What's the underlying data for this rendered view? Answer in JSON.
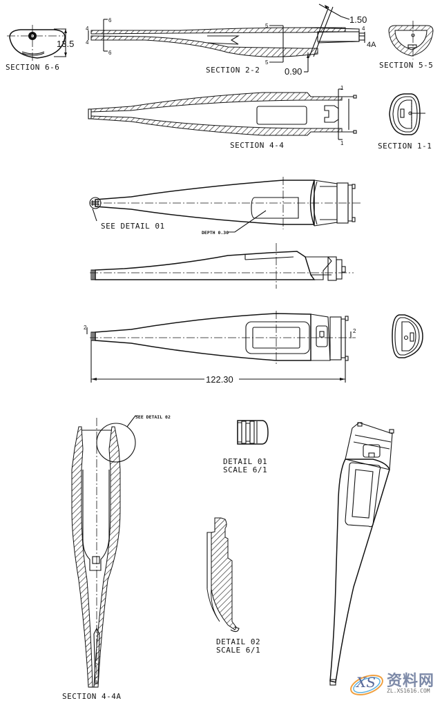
{
  "drawing": {
    "subject": "Digital thermometer housing",
    "views": {
      "section_6_6": {
        "label": "SECTION  6-6",
        "dimension": "13.5"
      },
      "section_2_2": {
        "label": "SECTION 2-2",
        "dimension_top": "1.50",
        "dimension_bottom": "0.90",
        "cut_marks": [
          "4",
          "4",
          "6",
          "6",
          "5",
          "5",
          "4",
          "4A"
        ]
      },
      "section_5_5": {
        "label": "SECTION  5-5"
      },
      "section_4_4": {
        "label": "SECTION  4-4",
        "cut_marks": [
          "1",
          "1"
        ]
      },
      "section_1_1": {
        "label": "SECTION  1-1"
      },
      "top_view": {
        "callout": "SEE DETAIL  01",
        "note": "DEPTH 0.30"
      },
      "side_view": {},
      "front_view": {
        "dimension": "122.30",
        "cut_marks": [
          "2",
          "2"
        ]
      },
      "section_4_4a": {
        "label": "SECTION  4-4A",
        "callout": "SEE DETAIL  02"
      },
      "detail_01": {
        "label": "DETAIL  01",
        "scale": "SCALE  6/1"
      },
      "detail_02": {
        "label": "DETAIL  02",
        "scale": "SCALE  6/1"
      },
      "isometric_view": {}
    }
  },
  "watermark": {
    "logo_text": "XS",
    "name": "资料网",
    "url": "ZL.XS1616.COM"
  }
}
